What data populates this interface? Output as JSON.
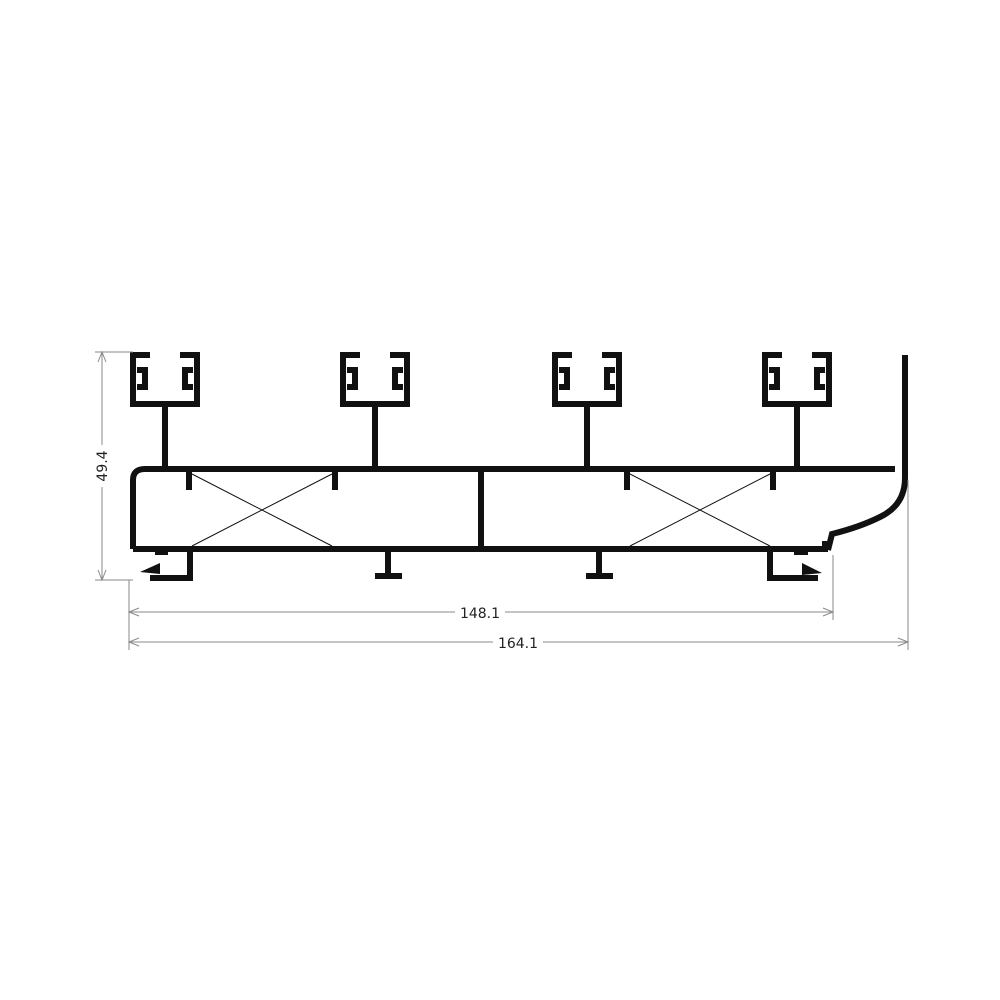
{
  "drawing": {
    "type": "aluminium-profile-cross-section",
    "dimensions": {
      "height": "49.4",
      "inner_width": "148.1",
      "overall_width": "164.1"
    },
    "colors": {
      "profile": "#111111",
      "dimension_lines": "#8a8a8a",
      "background": "#ffffff"
    }
  }
}
